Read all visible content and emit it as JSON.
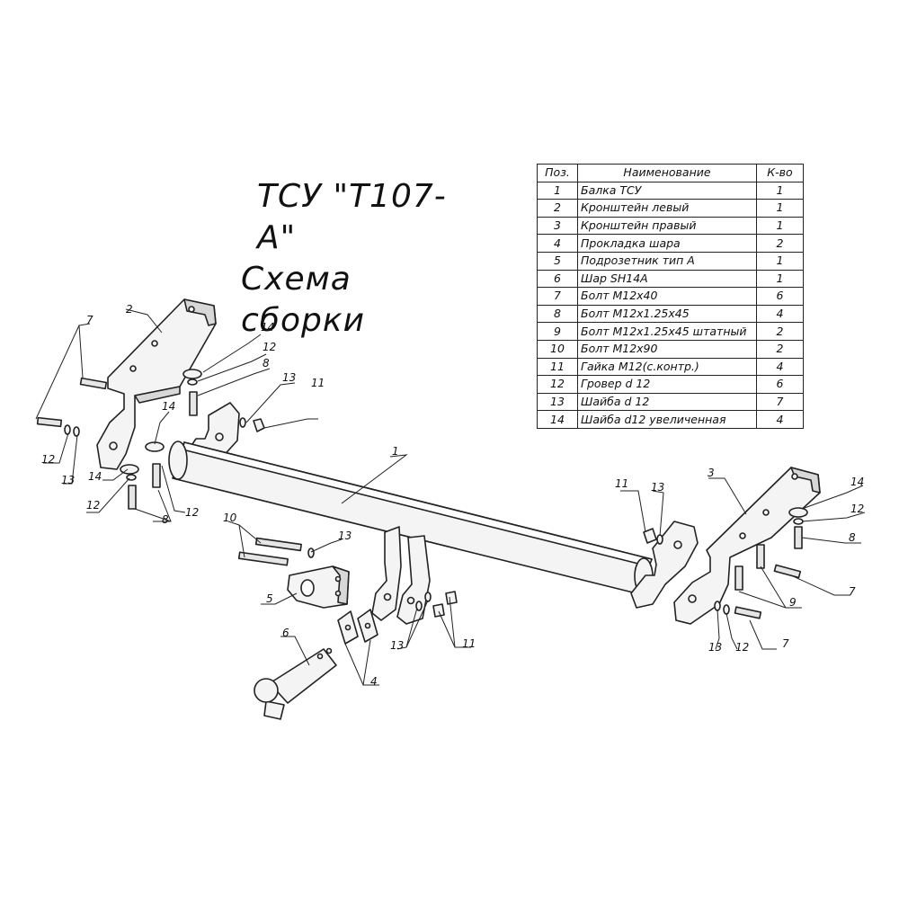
{
  "title": {
    "line1": "ТСУ \"Т107-А\"",
    "line2": "Схема сборки"
  },
  "table": {
    "headers": [
      "Поз.",
      "Наименование",
      "К-во"
    ],
    "rows": [
      {
        "pos": "1",
        "name": "Балка ТСУ",
        "qty": "1"
      },
      {
        "pos": "2",
        "name": "Кронштейн левый",
        "qty": "1"
      },
      {
        "pos": "3",
        "name": "Кронштейн правый",
        "qty": "1"
      },
      {
        "pos": "4",
        "name": "Прокладка шара",
        "qty": "2"
      },
      {
        "pos": "5",
        "name": "Подрозетник тип А",
        "qty": "1"
      },
      {
        "pos": "6",
        "name": "Шар SH14А",
        "qty": "1"
      },
      {
        "pos": "7",
        "name": "Болт М12х40",
        "qty": "6"
      },
      {
        "pos": "8",
        "name": "Болт М12х1.25х45",
        "qty": "4"
      },
      {
        "pos": "9",
        "name": "Болт М12х1.25х45 штатный",
        "qty": "2"
      },
      {
        "pos": "10",
        "name": "Болт М12х90",
        "qty": "2"
      },
      {
        "pos": "11",
        "name": "Гайка М12(с.контр.)",
        "qty": "4"
      },
      {
        "pos": "12",
        "name": "Гровер d 12",
        "qty": "6"
      },
      {
        "pos": "13",
        "name": "Шайба d 12",
        "qty": "7"
      },
      {
        "pos": "14",
        "name": "Шайба d12 увеличенная",
        "qty": "4"
      }
    ]
  },
  "callouts": {
    "c1": "1",
    "c2": "2",
    "c3": "3",
    "c4": "4",
    "c5": "5",
    "c6": "6",
    "c7": "7",
    "c8": "8",
    "c9": "9",
    "c10": "10",
    "c11": "11",
    "c12": "12",
    "c13": "13",
    "c14": "14"
  },
  "colors": {
    "line": "#222222",
    "fill": "#f4f4f4",
    "shade": "#d8d8d8"
  }
}
